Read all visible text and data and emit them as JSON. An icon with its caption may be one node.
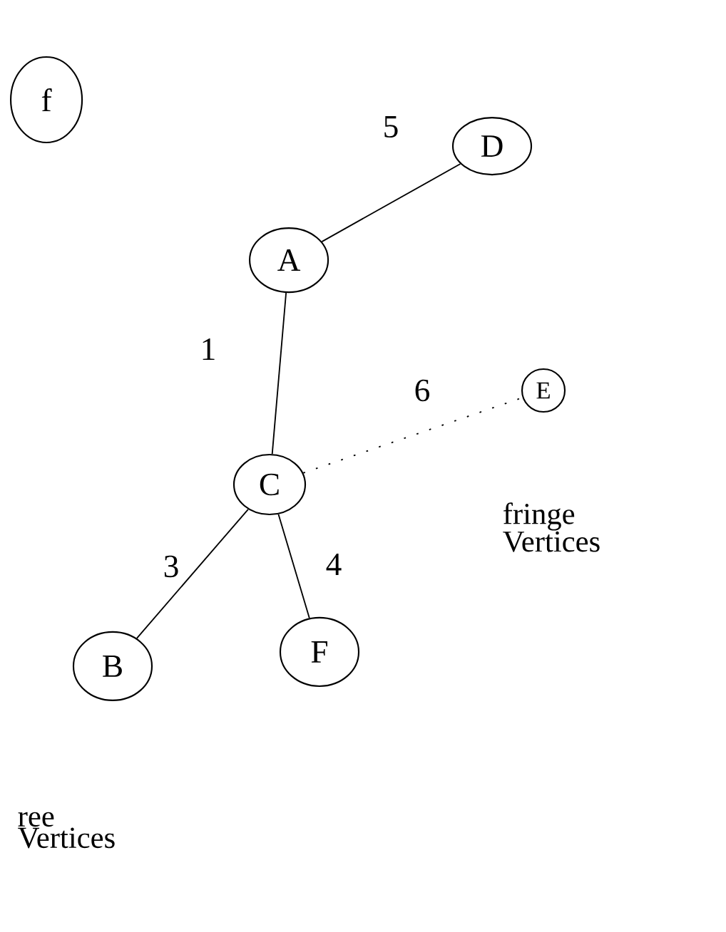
{
  "diagram": {
    "nodes": [
      {
        "text": [
          "f"
        ]
      },
      {
        "text": [
          "D"
        ]
      },
      {
        "text": [
          "A"
        ]
      },
      {
        "text": [
          "E"
        ]
      },
      {
        "text": [
          "C"
        ]
      },
      {
        "text": [
          "F"
        ]
      },
      {
        "text": [
          "B"
        ]
      }
    ],
    "edges": [
      {
        "from": 2,
        "to": 1,
        "arrow": "none",
        "label": "5"
      },
      {
        "from": 2,
        "to": 4,
        "arrow": "none",
        "label": "1"
      },
      {
        "from": 4,
        "to": 3,
        "arrow": "none",
        "label": "6",
        "style": "dashed"
      },
      {
        "from": 4,
        "to": 6,
        "arrow": "none",
        "label": "3"
      },
      {
        "from": 4,
        "to": 5,
        "arrow": "none",
        "label": "4"
      }
    ],
    "labels": [
      "fringe Vertices",
      "ree Vertices"
    ]
  }
}
